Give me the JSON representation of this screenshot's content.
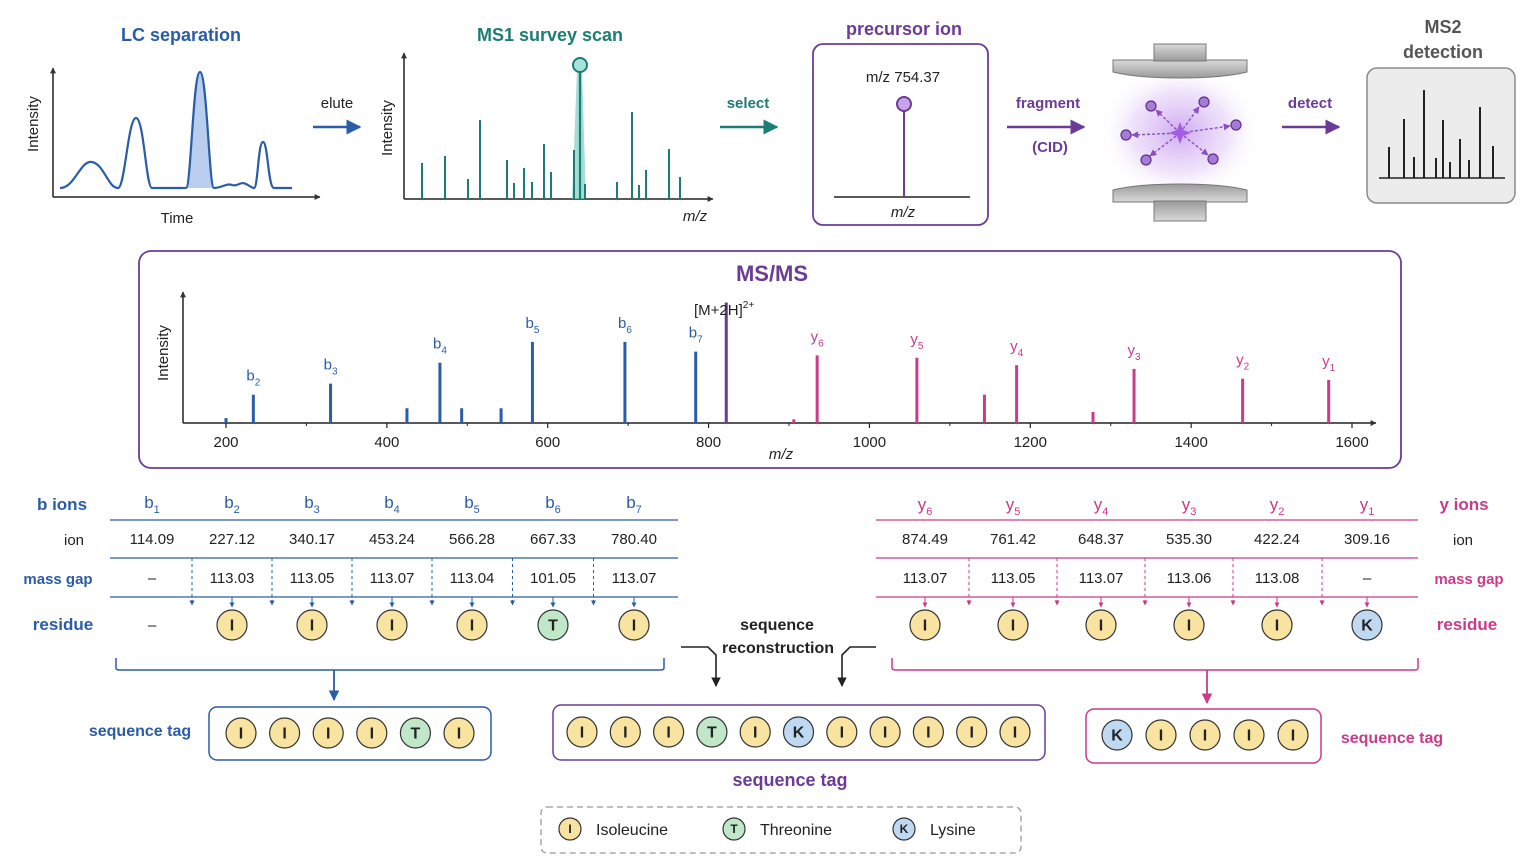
{
  "colors": {
    "blue": "#2a5ca8",
    "teal": "#1d7d74",
    "purple": "#6b3b96",
    "pink": "#cc3a8a",
    "isoleucine_fill": "#f8e3a0",
    "threonine_fill": "#bfe7c8",
    "lysine_fill": "#bfd9f3"
  },
  "workflow": {
    "lc": {
      "title": "LC separation",
      "ylabel": "Intensity",
      "xlabel": "Time"
    },
    "elute_label": "elute",
    "ms1": {
      "title": "MS1 survey scan",
      "ylabel": "Intensity",
      "xlabel": "m/z"
    },
    "select_label": "select",
    "precursor": {
      "title": "precursor ion",
      "value": "m/z 754.37",
      "xlabel": "m/z"
    },
    "fragment_label": "fragment",
    "cid_label": "(CID)",
    "detect_label": "detect",
    "ms2": {
      "title_line1": "MS2",
      "title_line2": "detection"
    }
  },
  "msms": {
    "title": "MS/MS",
    "ylabel": "Intensity",
    "xlabel": "m/z",
    "precursor_label": "[M+2H]",
    "precursor_charge": "2+",
    "ticks": [
      "200",
      "400",
      "600",
      "800",
      "1000",
      "1200",
      "1400",
      "1600"
    ]
  },
  "chart_data": {
    "type": "bar",
    "title": "MS/MS",
    "xlabel": "m/z",
    "ylabel": "Intensity",
    "xlim": [
      150,
      1650
    ],
    "ylim": [
      0,
      1.0
    ],
    "series": [
      {
        "name": "b ions",
        "color": "#2a5ca8",
        "points": [
          {
            "x": 200,
            "y": 0.04,
            "label": ""
          },
          {
            "x": 234,
            "y": 0.23,
            "label": "b",
            "sub": "2"
          },
          {
            "x": 330,
            "y": 0.32,
            "label": "b",
            "sub": "3"
          },
          {
            "x": 425,
            "y": 0.12,
            "label": ""
          },
          {
            "x": 466,
            "y": 0.49,
            "label": "b",
            "sub": "4"
          },
          {
            "x": 493,
            "y": 0.12,
            "label": ""
          },
          {
            "x": 542,
            "y": 0.12,
            "label": ""
          },
          {
            "x": 581,
            "y": 0.66,
            "label": "b",
            "sub": "5"
          },
          {
            "x": 696,
            "y": 0.66,
            "label": "b",
            "sub": "6"
          },
          {
            "x": 784,
            "y": 0.58,
            "label": "b",
            "sub": "7"
          }
        ]
      },
      {
        "name": "precursor",
        "color": "#6b3b96",
        "points": [
          {
            "x": 822,
            "y": 0.98,
            "label": ""
          }
        ]
      },
      {
        "name": "y ions",
        "color": "#cc3a8a",
        "points": [
          {
            "x": 906,
            "y": 0.03,
            "label": ""
          },
          {
            "x": 935,
            "y": 0.55,
            "label": "y",
            "sub": "6"
          },
          {
            "x": 1059,
            "y": 0.53,
            "label": "y",
            "sub": "5"
          },
          {
            "x": 1143,
            "y": 0.23,
            "label": ""
          },
          {
            "x": 1183,
            "y": 0.47,
            "label": "y",
            "sub": "4"
          },
          {
            "x": 1278,
            "y": 0.09,
            "label": ""
          },
          {
            "x": 1329,
            "y": 0.44,
            "label": "y",
            "sub": "3"
          },
          {
            "x": 1464,
            "y": 0.36,
            "label": "y",
            "sub": "2"
          },
          {
            "x": 1571,
            "y": 0.35,
            "label": "y",
            "sub": "1"
          }
        ]
      }
    ]
  },
  "b_table": {
    "title": "b ions",
    "row_ion": "ion",
    "row_gap": "mass gap",
    "row_residue": "residue",
    "headers": [
      {
        "l": "b",
        "s": "1"
      },
      {
        "l": "b",
        "s": "2"
      },
      {
        "l": "b",
        "s": "3"
      },
      {
        "l": "b",
        "s": "4"
      },
      {
        "l": "b",
        "s": "5"
      },
      {
        "l": "b",
        "s": "6"
      },
      {
        "l": "b",
        "s": "7"
      }
    ],
    "ions": [
      "114.09",
      "227.12",
      "340.17",
      "453.24",
      "566.28",
      "667.33",
      "780.40"
    ],
    "gaps": [
      "–",
      "113.03",
      "113.05",
      "113.07",
      "113.04",
      "101.05",
      "113.07"
    ],
    "residues": [
      "–",
      "I",
      "I",
      "I",
      "I",
      "T",
      "I"
    ]
  },
  "y_table": {
    "title": "y ions",
    "row_ion": "ion",
    "row_gap": "mass gap",
    "row_residue": "residue",
    "headers": [
      {
        "l": "y",
        "s": "6"
      },
      {
        "l": "y",
        "s": "5"
      },
      {
        "l": "y",
        "s": "4"
      },
      {
        "l": "y",
        "s": "3"
      },
      {
        "l": "y",
        "s": "2"
      },
      {
        "l": "y",
        "s": "1"
      }
    ],
    "ions": [
      "874.49",
      "761.42",
      "648.37",
      "535.30",
      "422.24",
      "309.16"
    ],
    "gaps": [
      "113.07",
      "113.05",
      "113.07",
      "113.06",
      "113.08",
      "–"
    ],
    "residues": [
      "I",
      "I",
      "I",
      "I",
      "I",
      "K"
    ]
  },
  "reconstruction": {
    "line1": "sequence",
    "line2": "reconstruction"
  },
  "tags": {
    "b_label": "sequence tag",
    "b_residues": [
      "I",
      "I",
      "I",
      "I",
      "T",
      "I"
    ],
    "center_label": "sequence tag",
    "center_residues": [
      "I",
      "I",
      "I",
      "T",
      "I",
      "K",
      "I",
      "I",
      "I",
      "I",
      "I"
    ],
    "y_label": "sequence tag",
    "y_residues": [
      "K",
      "I",
      "I",
      "I",
      "I"
    ]
  },
  "legend": {
    "items": [
      {
        "letter": "I",
        "name": "Isoleucine"
      },
      {
        "letter": "T",
        "name": "Threonine"
      },
      {
        "letter": "K",
        "name": "Lysine"
      }
    ]
  }
}
